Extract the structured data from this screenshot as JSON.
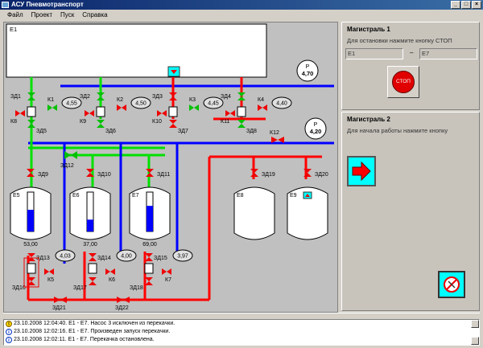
{
  "window": {
    "title": "АСУ Пневмотранспорт"
  },
  "menu": [
    "Файл",
    "Проект",
    "Пуск",
    "Справка"
  ],
  "scheme": {
    "main_bin": "E1",
    "pressure_1": {
      "label": "P",
      "value": "4,70"
    },
    "pressure_2": {
      "label": "P",
      "value": "4,20"
    },
    "valves_top": [
      "ЗД1",
      "ЗД2",
      "ЗД3",
      "ЗД4"
    ],
    "valves_mid": [
      "ЗД5",
      "ЗД6",
      "ЗД7",
      "ЗД8"
    ],
    "k_top": [
      "К1",
      "К2",
      "К3",
      "К4"
    ],
    "k_left": [
      "К8",
      "К9",
      "К10",
      "К11"
    ],
    "k12": "К12",
    "dosers_top": [
      "4,55",
      "4,50",
      "4,45",
      "4,40"
    ],
    "valves_tank": [
      "ЗД9",
      "ЗД10",
      "ЗД11",
      "ЗД19",
      "ЗД20"
    ],
    "zd12": "ЗД12",
    "tanks": [
      {
        "name": "E5",
        "level": 0.55,
        "value": "53,00"
      },
      {
        "name": "E6",
        "level": 0.3,
        "value": "37,00"
      },
      {
        "name": "E7",
        "level": 0.65,
        "value": "69,00"
      },
      {
        "name": "E8",
        "level": 0,
        "value": ""
      },
      {
        "name": "E9",
        "level": 0,
        "value": ""
      }
    ],
    "valves_bottom": [
      "ЗД13",
      "ЗД14",
      "ЗД15"
    ],
    "dosers_bottom": [
      "4,03",
      "4,00",
      "3,97"
    ],
    "k_bottom": [
      "К5",
      "К6",
      "К7"
    ],
    "valves_outlet": [
      "ЗД16",
      "ЗД17",
      "ЗД18"
    ],
    "valves_final": [
      "ЗД21",
      "ЗД22"
    ]
  },
  "line1": {
    "title": "Магистраль 1",
    "hint": "Для остановки нажмите кнопку СТОП",
    "from": "E1",
    "dash": "–",
    "to": "E7",
    "stop_label": "СТОП"
  },
  "line2": {
    "title": "Магистраль 2",
    "hint": "Для начала работы нажмите кнопку"
  },
  "log": [
    {
      "type": "warn",
      "text": "23.10.2008 12:04:40. E1 - E7. Насос 3 исключен из перекачки."
    },
    {
      "type": "info",
      "text": "23.10.2008 12:02:16. E1 - E7. Произведен запуск перекачки."
    },
    {
      "type": "info",
      "text": "23.10.2008 12:02:11. E1 - E7. Перекачка остановлена."
    }
  ],
  "colors": {
    "blue_line": "#0000ff",
    "green_line": "#00e000",
    "red_line": "#ff0000",
    "tank_fill": "#0000ff"
  }
}
